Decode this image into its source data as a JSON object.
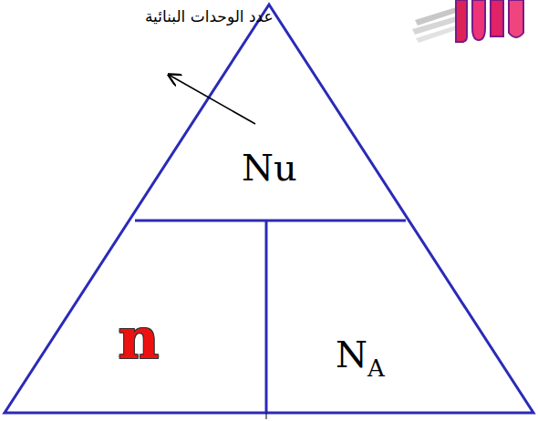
{
  "diagram": {
    "nodes": [
      {
        "text": [
          "Nu"
        ]
      },
      {
        "text": [
          "n"
        ]
      },
      {
        "text": [
          "N",
          "A"
        ]
      }
    ],
    "labels": [
      "عدد الوحدات البنائية"
    ]
  }
}
